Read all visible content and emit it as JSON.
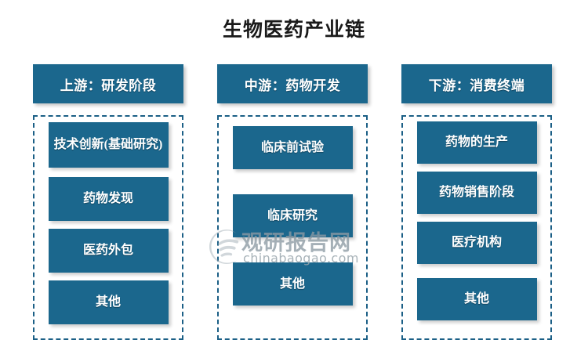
{
  "title": "生物医药产业链",
  "theme": {
    "accent": "#1b678d",
    "dashed_border": "#1b5f86",
    "background": "#ffffff",
    "title_color": "#1a1a1a"
  },
  "columns": [
    {
      "header": "上游：研发阶段",
      "items": [
        {
          "label": "技术创新(基础研究)"
        },
        {
          "label": "药物发现"
        },
        {
          "label": "医药外包"
        },
        {
          "label": "其他"
        }
      ]
    },
    {
      "header": "中游：药物开发",
      "items": [
        {
          "label": "临床前试验"
        },
        {
          "label": "临床研究"
        },
        {
          "label": "其他"
        }
      ]
    },
    {
      "header": "下游：消费终端",
      "items": [
        {
          "label": "药物的生产"
        },
        {
          "label": "药物销售阶段"
        },
        {
          "label": "医疗机构"
        },
        {
          "label": "其他"
        }
      ]
    }
  ],
  "watermark": {
    "text": "观研报告网",
    "domain": "chinabaogao.com",
    "logo_icon": "swoosh-circle-logo-icon"
  }
}
